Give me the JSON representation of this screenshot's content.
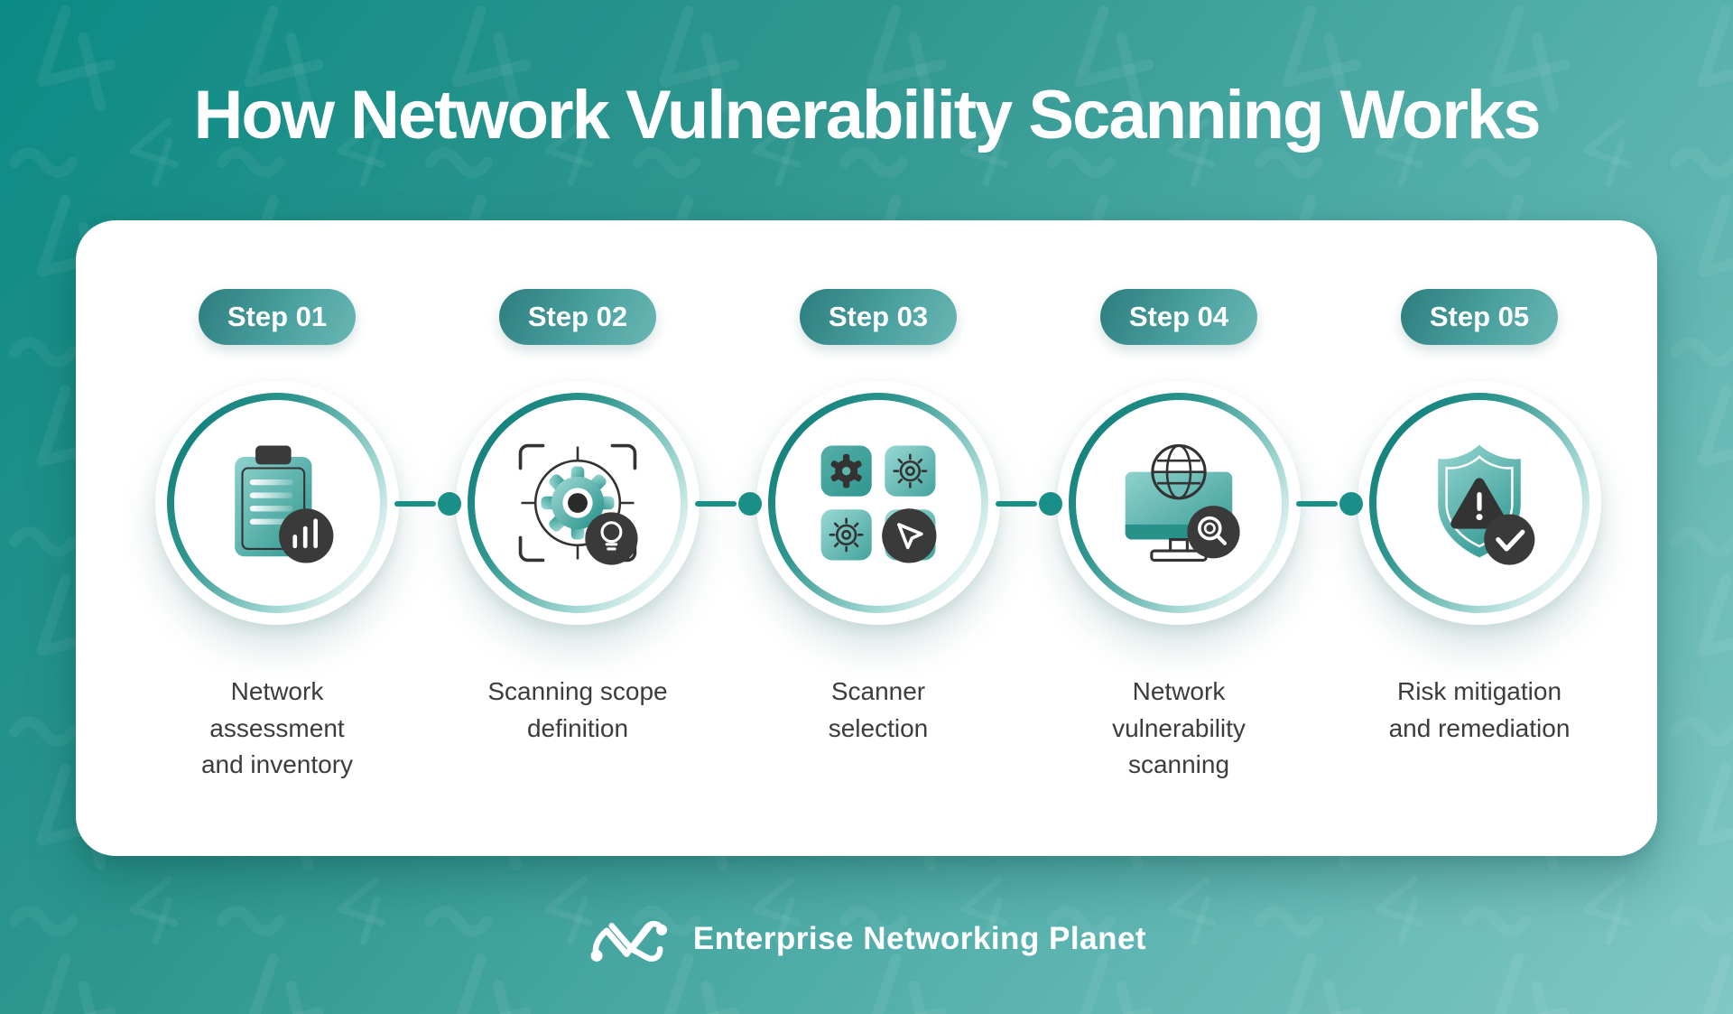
{
  "title": "How Network Vulnerability Scanning Works",
  "steps": [
    {
      "badge": "Step 01",
      "label": "Network\nassessment\nand inventory",
      "icon": "clipboard-report-icon"
    },
    {
      "badge": "Step 02",
      "label": "Scanning scope\ndefinition",
      "icon": "gear-scan-target-icon"
    },
    {
      "badge": "Step 03",
      "label": "Scanner\nselection",
      "icon": "scanner-grid-cursor-icon"
    },
    {
      "badge": "Step 04",
      "label": "Network\nvulnerability\nscanning",
      "icon": "monitor-globe-search-icon"
    },
    {
      "badge": "Step 05",
      "label": "Risk mitigation\nand remediation",
      "icon": "shield-alert-check-icon"
    }
  ],
  "footer": {
    "brand": "Enterprise Networking Planet"
  },
  "colors": {
    "background_start": "#0c8a84",
    "background_end": "#80c7c5",
    "accent_teal": "#1a8f88",
    "card_background": "#ffffff",
    "badge_gradient_start": "#2d7d7f",
    "badge_gradient_end": "#6ab7b4",
    "label_text": "#3c3c3c",
    "icon_charcoal": "#3a3a3a",
    "title_text": "#ffffff"
  }
}
